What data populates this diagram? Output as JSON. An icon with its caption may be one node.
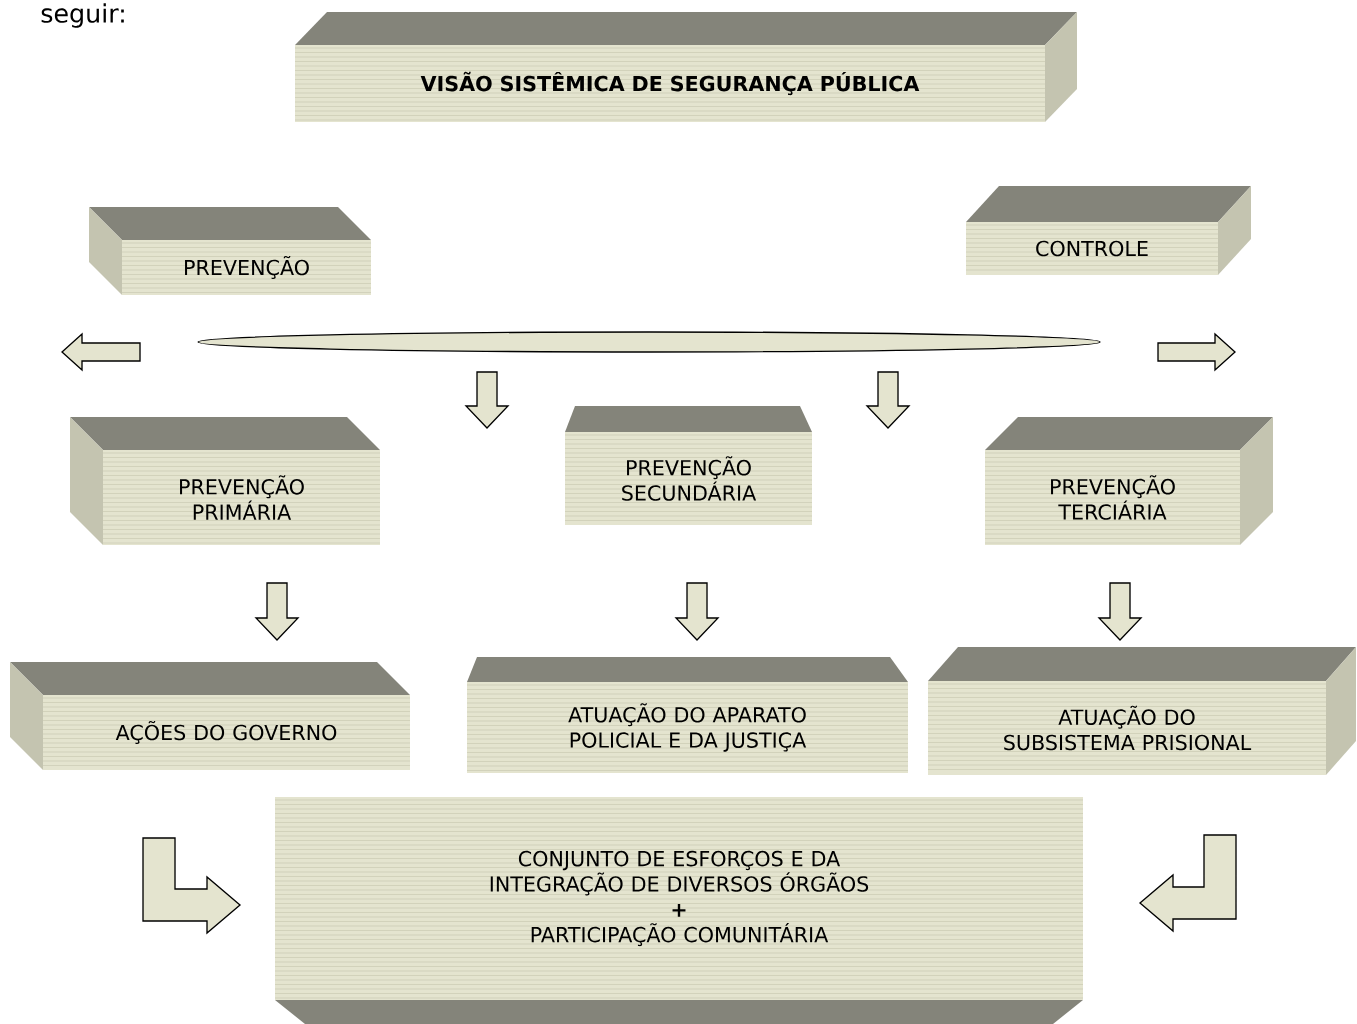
{
  "diagram": {
    "nodes": [
      {
        "text": [
          "VISÃO SISTÊMICA DE SEGURANÇA PÚBLICA"
        ]
      },
      {
        "text": [
          "PREVENÇÃO"
        ]
      },
      {
        "text": [
          "CONTROLE"
        ]
      },
      {
        "text": [],
        "shape": "ellipse"
      },
      {
        "text": [
          "PREVENÇÃO PRIMÁRIA"
        ]
      },
      {
        "text": [
          "PREVENÇÃO SECUNDÁRIA"
        ]
      },
      {
        "text": [
          "PREVENÇÃO TERCIÁRIA"
        ]
      },
      {
        "text": [
          "AÇÕES DO GOVERNO"
        ]
      },
      {
        "text": [
          "ATUAÇÃO DO APARATO POLICIAL E DA JUSTIÇA"
        ]
      },
      {
        "text": [
          "ATUAÇÃO DO SUBSISTEMA PRISIONAL"
        ]
      },
      {
        "text": [
          "CONJUNTO DE ESFORÇOS E DA INTEGRAÇÃO DE DIVERSOS ÓRGÃOS",
          "+",
          "PARTICIPAÇÃO COMUNITÁRIA"
        ]
      }
    ],
    "edges": [
      {
        "from": 3,
        "to": null,
        "arrow": "to"
      },
      {
        "from": 3,
        "to": null,
        "arrow": "to"
      },
      {
        "from": 4,
        "to": 7,
        "arrow": "to"
      },
      {
        "from": 5,
        "to": 8,
        "arrow": "to"
      },
      {
        "from": 6,
        "to": 9,
        "arrow": "to"
      },
      {
        "from": 7,
        "to": 10,
        "arrow": "to"
      },
      {
        "from": 9,
        "to": 10,
        "arrow": "to"
      }
    ],
    "labels": [
      "seguir:"
    ]
  }
}
